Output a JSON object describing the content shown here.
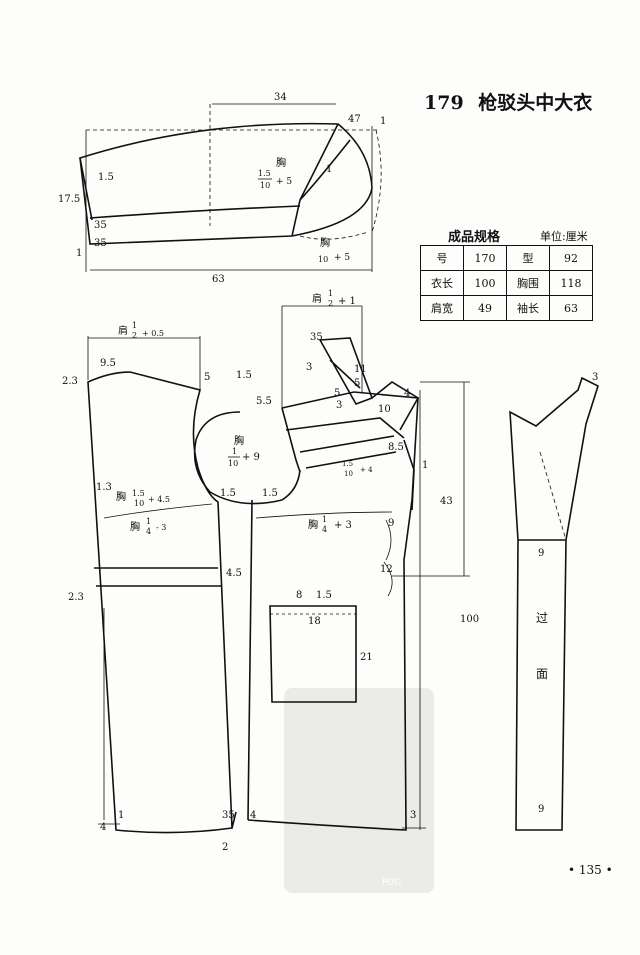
{
  "title": {
    "number": "179",
    "text": "枪驳头中大衣"
  },
  "spec": {
    "caption": "成品规格",
    "unit": "单位:厘米",
    "rows": [
      [
        "号",
        "170",
        "型",
        "92"
      ],
      [
        "衣长",
        "100",
        "胸围",
        "118"
      ],
      [
        "肩宽",
        "49",
        "袖长",
        "63"
      ]
    ]
  },
  "sleeve": {
    "w34": "34",
    "w63": "63",
    "a47": "47",
    "a1r": "1",
    "a1m": "1",
    "a15": "1.5",
    "a175": "17.5",
    "a35a": "35",
    "a35b": "35",
    "a1l": "1",
    "chest": "胸",
    "f1": "1.5",
    "f2": "10",
    "f3": "+ 5",
    "chest2": "胸",
    "g2": "10",
    "g3": "+ 5"
  },
  "back": {
    "shoulder": "肩",
    "sh1": "1",
    "sh2": "2",
    "sh3": "+ 0.5",
    "n95": "9.5",
    "n23": "2.3",
    "n5": "5",
    "n13": "1.3",
    "chest": "胸",
    "c1": "1.5",
    "c2": "10",
    "c3": "+ 4.5",
    "n15": "1.5",
    "chest2": "胸",
    "d1": "1",
    "d2": "4",
    "d3": "- 3",
    "n45": "4.5",
    "n23b": "2.3",
    "n4": "4",
    "n1": "1"
  },
  "armhole": {
    "chest": "胸",
    "e1": "1",
    "e2": "10",
    "e3": "+ 9",
    "n15": "1.5"
  },
  "front": {
    "shoulder": "肩",
    "s1": "1",
    "s2": "2",
    "s3": "+ 1",
    "n35": "35",
    "n3": "3",
    "n55": "5.5",
    "n5a": "5",
    "n5b": "5",
    "n3b": "3",
    "n11": "11",
    "n10": "10",
    "n4": "4",
    "n85": "8.5",
    "n15": "1.5",
    "chest": "胸",
    "c1": "1",
    "c2": "4",
    "c3": "+ 3",
    "l1": "1.5",
    "l2": "10",
    "l3": "+ 4",
    "n1": "1",
    "n9": "9",
    "n12": "12",
    "n43": "43",
    "n100": "100",
    "n35b": "35",
    "n4b": "4",
    "n3c": "3",
    "n2": "2"
  },
  "pocket": {
    "n8": "8",
    "n15": "1.5",
    "n18": "18",
    "n21": "21"
  },
  "facing": {
    "n3": "3",
    "n9a": "9",
    "name1": "过",
    "name2": "面",
    "n9b": "9"
  },
  "page_number": "• 135 •",
  "stamp_text": "PDG"
}
